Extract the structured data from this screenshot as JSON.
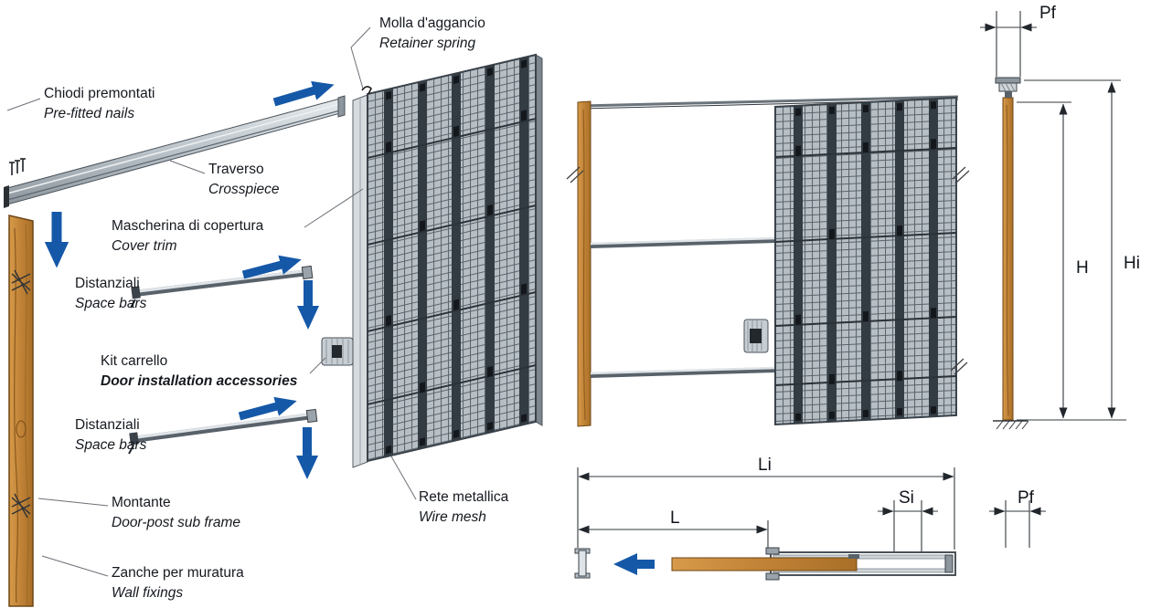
{
  "labels": {
    "retainer_spring": {
      "it": "Molla d'aggancio",
      "en": "Retainer spring"
    },
    "prefitted_nails": {
      "it": "Chiodi premontati",
      "en": "Pre-fitted nails"
    },
    "crosspiece": {
      "it": "Traverso",
      "en": "Crosspiece"
    },
    "cover_trim": {
      "it": "Mascherina di copertura",
      "en": "Cover trim"
    },
    "space_bars_upper": {
      "it": "Distanziali",
      "en": "Space bars"
    },
    "door_kit": {
      "it": "Kit carrello",
      "en": "Door installation accessories"
    },
    "space_bars_lower": {
      "it": "Distanziali",
      "en": "Space bars"
    },
    "door_post": {
      "it": "Montante",
      "en": "Door-post sub frame"
    },
    "wall_fixings": {
      "it": "Zanche per muratura",
      "en": "Wall fixings"
    },
    "wire_mesh": {
      "it": "Rete metallica",
      "en": "Wire mesh"
    }
  },
  "dimensions": {
    "pf_top": "Pf",
    "h": "H",
    "hi": "Hi",
    "li": "Li",
    "l": "L",
    "si": "Si",
    "pf_bottom": "Pf"
  },
  "colors": {
    "accent_blue": "#1558a8",
    "wood": "#c4873b",
    "metal_light": "#d6dbdf",
    "mesh_dark": "#2f363d",
    "line": "#22272d"
  }
}
